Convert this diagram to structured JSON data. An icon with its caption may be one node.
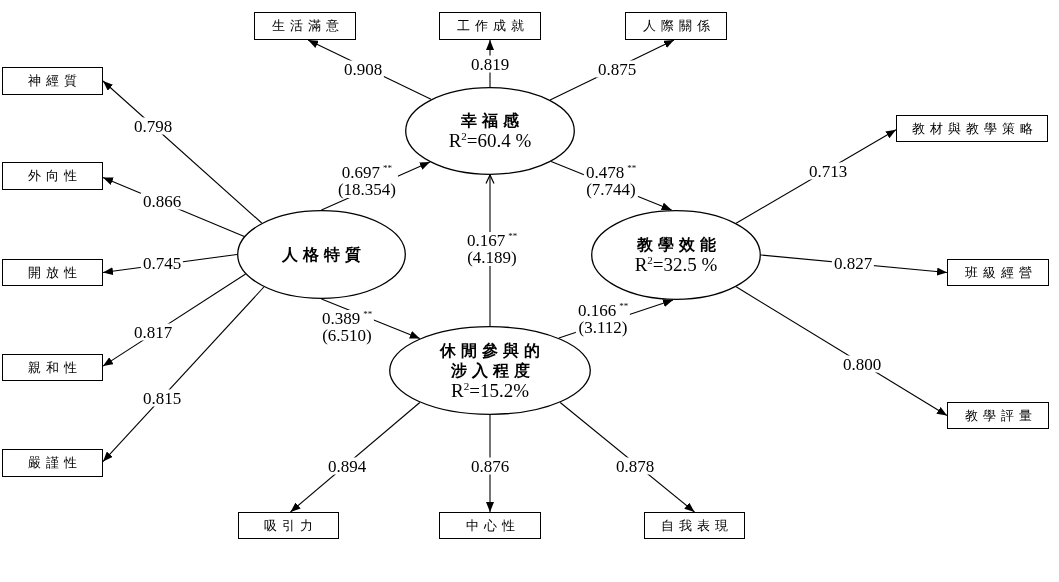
{
  "diagram": {
    "nodes": [
      {
        "text": [
          "生活滿意"
        ]
      },
      {
        "text": [
          "工作成就"
        ]
      },
      {
        "text": [
          "人際關係"
        ]
      },
      {
        "text": [
          "神經質"
        ]
      },
      {
        "text": [
          "外向性"
        ]
      },
      {
        "text": [
          "幸福感",
          "R$^{2}$=60.4 %"
        ]
      },
      {
        "text": [
          "教材與教學策略"
        ]
      },
      {
        "text": [
          "人格特質"
        ]
      },
      {
        "text": [
          "教學效能",
          "R$^{2}$=32.5 %"
        ]
      },
      {
        "text": [
          "開放性"
        ]
      },
      {
        "text": [
          "班級經營"
        ]
      },
      {
        "text": [
          "休閒參與的涉入程度",
          "R$^{2}$=15.2%"
        ]
      },
      {
        "text": [
          "親和性"
        ]
      },
      {
        "text": [
          "教學評量"
        ]
      },
      {
        "text": [
          "嚴謹性"
        ]
      },
      {
        "text": [
          "吸引力"
        ]
      },
      {
        "text": [
          "中心性"
        ]
      },
      {
        "text": [
          "自我表現"
        ]
      }
    ],
    "edges": [
      {
        "from": 5,
        "to": 0,
        "arrow": "to",
        "label": "0.908"
      },
      {
        "from": 5,
        "to": 1,
        "arrow": "to",
        "label": "0.819"
      },
      {
        "from": 5,
        "to": 2,
        "arrow": "to",
        "label": "0.875"
      },
      {
        "from": 7,
        "to": 3,
        "arrow": "to",
        "label": "0.798"
      },
      {
        "from": 7,
        "to": 4,
        "arrow": "to",
        "label": "0.866"
      },
      {
        "from": 7,
        "to": 9,
        "arrow": "to",
        "label": "0.745"
      },
      {
        "from": 7,
        "to": 12,
        "arrow": "to",
        "label": "0.817"
      },
      {
        "from": 7,
        "to": 14,
        "arrow": "to",
        "label": "0.815"
      },
      {
        "from": 7,
        "to": 5,
        "arrow": "to",
        "label": "0.697$^{**}$ (18.354)"
      },
      {
        "from": 7,
        "to": 11,
        "arrow": "to",
        "label": "0.389$^{**}$ (6.510)"
      },
      {
        "from": 11,
        "to": 5,
        "arrow": "to",
        "label": "0.167$^{**}$ (4.189)"
      },
      {
        "from": 5,
        "to": 8,
        "arrow": "to",
        "label": "0.478$^{**}$ (7.744)"
      },
      {
        "from": 11,
        "to": 8,
        "arrow": "to",
        "label": "0.166$^{**}$ (3.112)"
      },
      {
        "from": 8,
        "to": 6,
        "arrow": "to",
        "label": "0.713"
      },
      {
        "from": 8,
        "to": 10,
        "arrow": "to",
        "label": "0.827"
      },
      {
        "from": 8,
        "to": 13,
        "arrow": "to",
        "label": "0.800"
      },
      {
        "from": 11,
        "to": 15,
        "arrow": "to",
        "label": "0.894"
      },
      {
        "from": 11,
        "to": 16,
        "arrow": "to",
        "label": "0.876"
      },
      {
        "from": 11,
        "to": 17,
        "arrow": "to",
        "label": "0.878"
      }
    ]
  }
}
